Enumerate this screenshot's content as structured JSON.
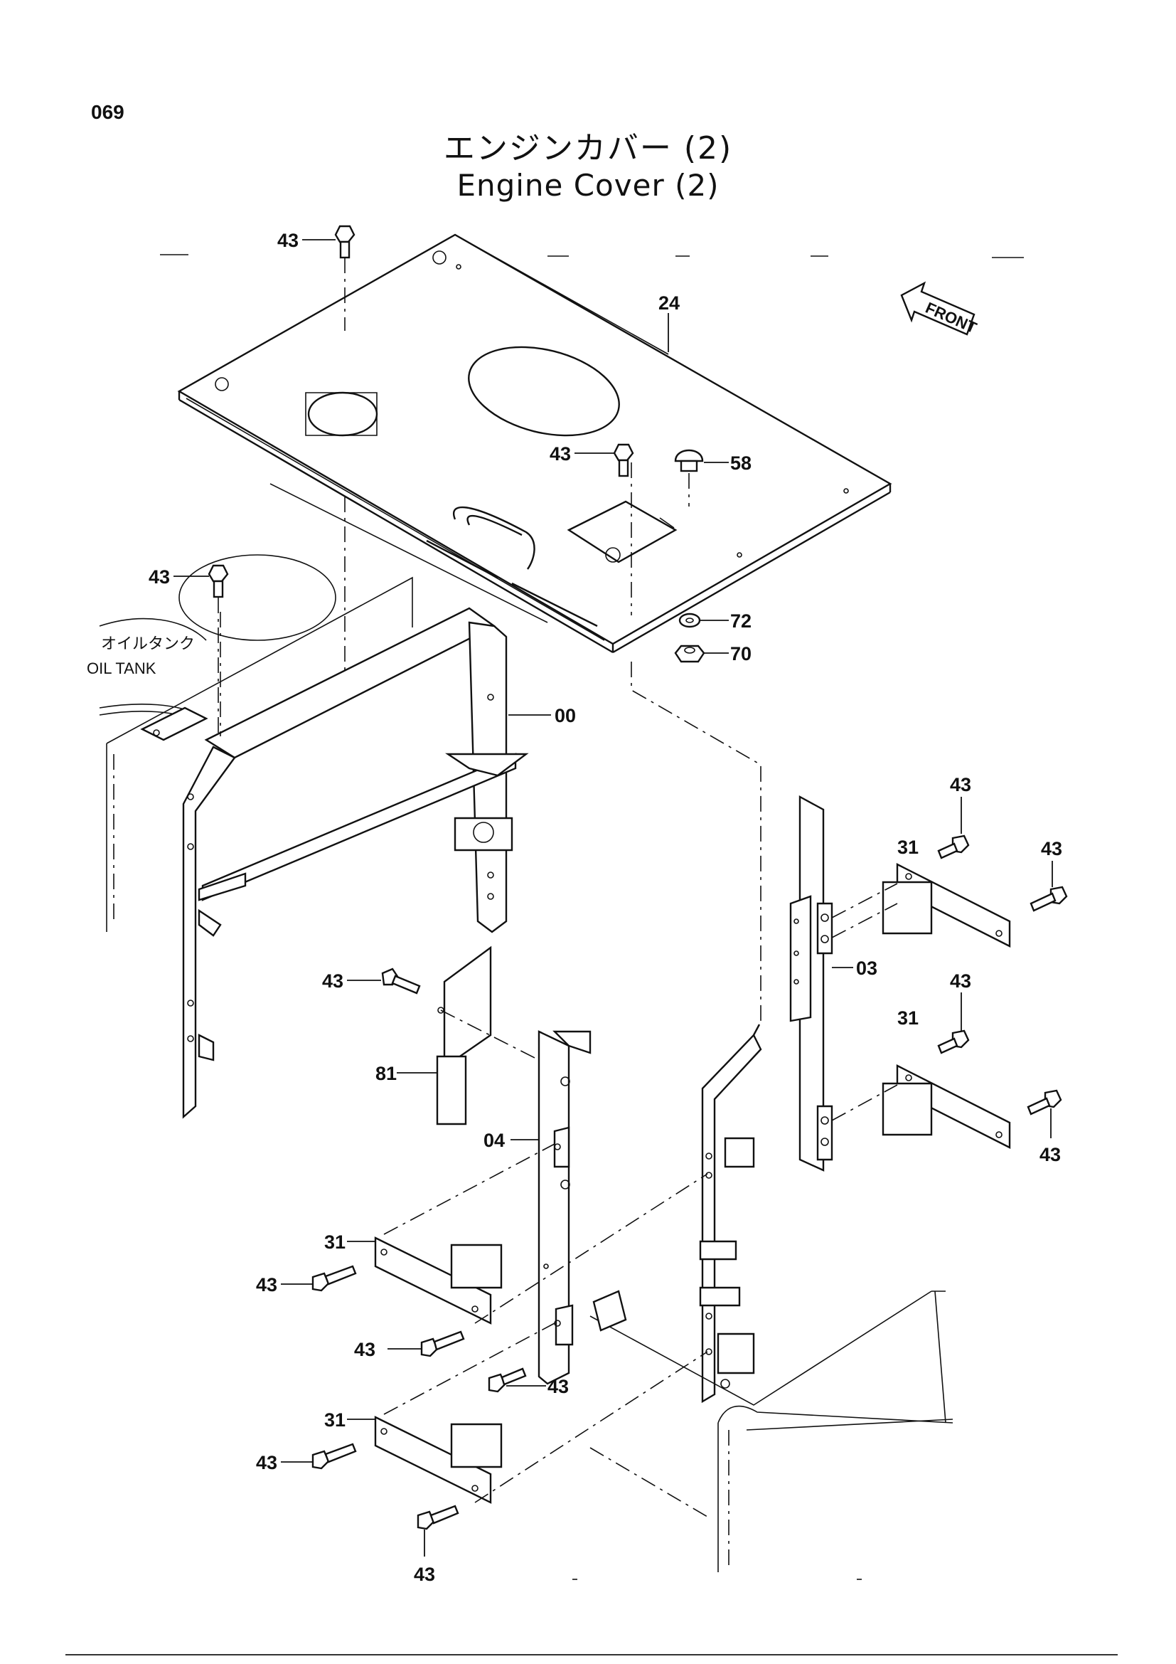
{
  "page": {
    "number": "069",
    "title_jp": "エンジンカバー (2)",
    "title_en": "Engine Cover (2)"
  },
  "labels": {
    "front_arrow": "FRONT",
    "oil_tank_jp": "オイルタンク",
    "oil_tank_en": "OIL TANK"
  },
  "callouts": {
    "c24": "24",
    "c00": "00",
    "c03": "03",
    "c04": "04",
    "c31": "31",
    "c43": "43",
    "c58": "58",
    "c70": "70",
    "c72": "72",
    "c81": "81"
  }
}
